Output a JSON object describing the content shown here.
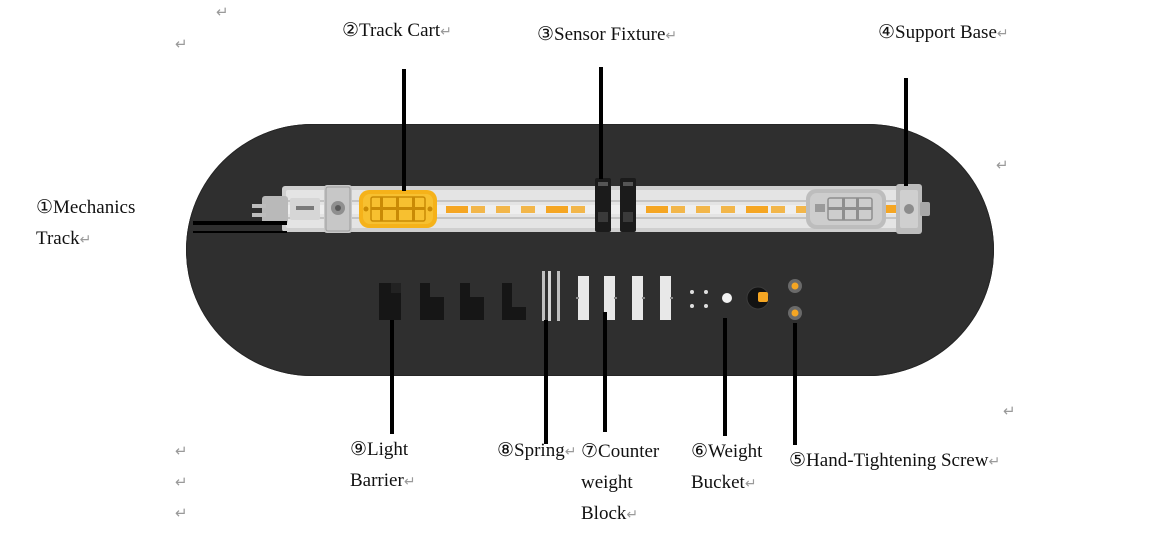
{
  "labels": {
    "track_cart": "②Track Cart",
    "sensor_fixture": "③Sensor Fixture",
    "support_base": "④Support Base",
    "mechanics_track_line1": "①Mechanics",
    "mechanics_track_line2": "Track",
    "light_barrier_line1": "⑨Light",
    "light_barrier_line2": "Barrier",
    "spring": "⑧Spring",
    "counter_weight_line1": "⑦Counter",
    "counter_weight_line2": "weight",
    "counter_weight_line3": "Block",
    "weight_bucket_line1": "⑥Weight",
    "weight_bucket_line2": "Bucket",
    "hand_tightening_screw": "⑤Hand-Tightening Screw"
  },
  "paragraph_mark": "↵",
  "colors": {
    "board": "#2f2f2f",
    "rail": "#d9d9d9",
    "cart": "#f5b21a",
    "marker": "#f5a623",
    "block": "#1a1a1a",
    "white_block": "#e8e8e8",
    "leader": "#000000"
  }
}
